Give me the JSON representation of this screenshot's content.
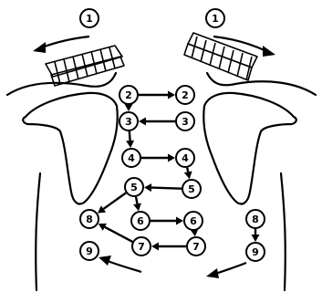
{
  "diagram": {
    "nodes": [
      {
        "id": "n1-left",
        "label": "1"
      },
      {
        "id": "n1-right",
        "label": "1"
      },
      {
        "id": "n2-left",
        "label": "2"
      },
      {
        "id": "n2-right",
        "label": "2"
      },
      {
        "id": "n3-left",
        "label": "3"
      },
      {
        "id": "n3-right",
        "label": "3"
      },
      {
        "id": "n4-left",
        "label": "4"
      },
      {
        "id": "n4-right",
        "label": "4"
      },
      {
        "id": "n5-center",
        "label": "5"
      },
      {
        "id": "n5-right",
        "label": "5"
      },
      {
        "id": "n6-center",
        "label": "6"
      },
      {
        "id": "n6-right",
        "label": "6"
      },
      {
        "id": "n7-left",
        "label": "7"
      },
      {
        "id": "n7-right",
        "label": "7"
      },
      {
        "id": "n8-left",
        "label": "8"
      },
      {
        "id": "n8-right",
        "label": "8"
      },
      {
        "id": "n9-left",
        "label": "9"
      },
      {
        "id": "n9-right",
        "label": "9"
      }
    ],
    "edges": [
      {
        "from": "n2-left",
        "to": "n2-right"
      },
      {
        "from": "n2-left",
        "to": "n3-left"
      },
      {
        "from": "n3-right",
        "to": "n3-left"
      },
      {
        "from": "n3-left",
        "to": "n4-left"
      },
      {
        "from": "n4-left",
        "to": "n4-right"
      },
      {
        "from": "n4-right",
        "to": "n5-right"
      },
      {
        "from": "n5-right",
        "to": "n5-center"
      },
      {
        "from": "n5-center",
        "to": "n6-center"
      },
      {
        "from": "n5-center",
        "to": "n8-left"
      },
      {
        "from": "n6-center",
        "to": "n6-right"
      },
      {
        "from": "n6-right",
        "to": "n7-right"
      },
      {
        "from": "n7-right",
        "to": "n7-left"
      },
      {
        "from": "n7-left",
        "to": "n8-left"
      },
      {
        "from": "n8-right",
        "to": "n9-right"
      }
    ]
  }
}
